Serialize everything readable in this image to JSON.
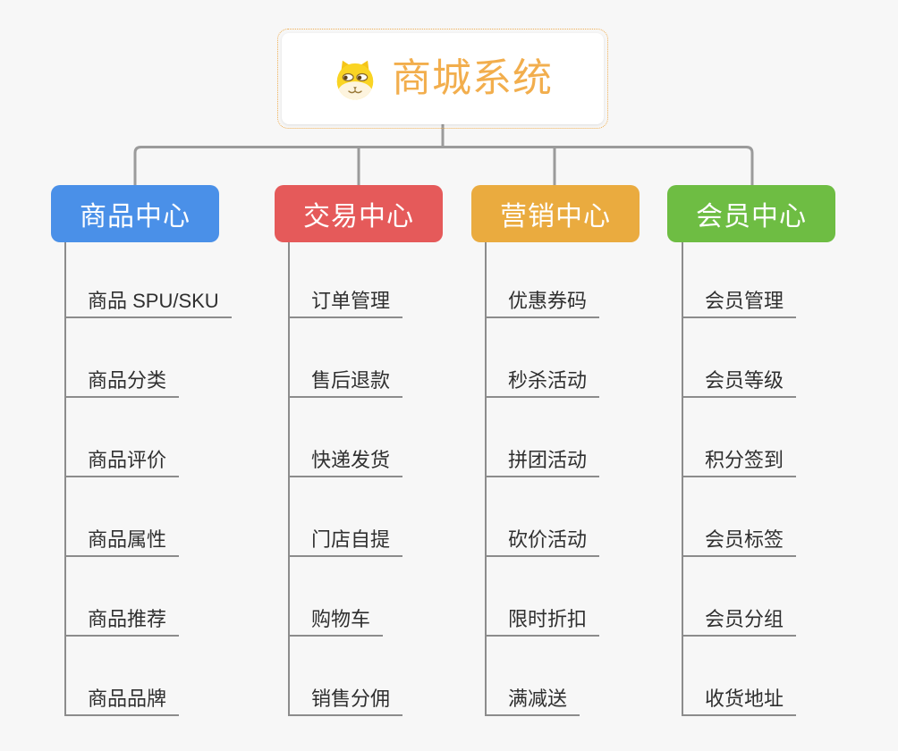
{
  "root": {
    "title": "商城系统",
    "title_color": "#f2ae4d",
    "icon": "doge-icon",
    "border_color": "#efae52"
  },
  "colors": {
    "background": "#f7f7f7",
    "connector_gray": "#9b9b9b",
    "leaf_line_gray": "#8c8c8c",
    "leaf_text": "#2f2f2f"
  },
  "branches": [
    {
      "label": "商品中心",
      "color": "#4a90e8",
      "items": [
        "商品 SPU/SKU",
        "商品分类",
        "商品评价",
        "商品属性",
        "商品推荐",
        "商品品牌"
      ]
    },
    {
      "label": "交易中心",
      "color": "#e55a5a",
      "items": [
        "订单管理",
        "售后退款",
        "快递发货",
        "门店自提",
        "购物车",
        "销售分佣"
      ]
    },
    {
      "label": "营销中心",
      "color": "#eaab3f",
      "items": [
        "优惠券码",
        "秒杀活动",
        "拼团活动",
        "砍价活动",
        "限时折扣",
        "满减送"
      ]
    },
    {
      "label": "会员中心",
      "color": "#6ebd43",
      "items": [
        "会员管理",
        "会员等级",
        "积分签到",
        "会员标签",
        "会员分组",
        "收货地址"
      ]
    }
  ]
}
